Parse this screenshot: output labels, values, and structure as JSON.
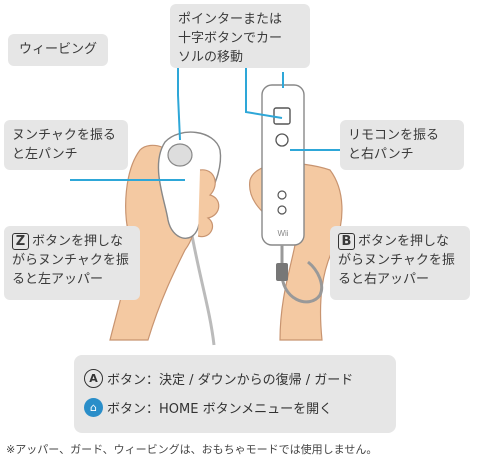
{
  "callouts": {
    "wiimote_pointer": "ポインターまたは\n十字ボタンでカー\nソルの移動",
    "wiggling": "ウィービング",
    "nunchuk_swing": "ヌンチャクを振る\nと左パンチ",
    "remote_swing": "リモコンを振る\nと右パンチ",
    "z_key": "Z",
    "z_text": "ボタンを押しな\nがらヌンチャクを振\nると左アッパー",
    "b_key": "B",
    "b_text": "ボタンを押しな\nがらヌンチャクを振\nると右アッパー"
  },
  "legend": {
    "a_key": "A",
    "a_text": "ボタン：決定 / ダウンからの復帰 / ガード",
    "home_text": "ボタン：HOME ボタンメニューを開く"
  },
  "footnote": "※アッパー、ガード、ウィービングは、おもちゃモードでは使用しません。",
  "device_label": "Wii",
  "colors": {
    "callout_bg": "#e6e6e6",
    "leader_line": "#2ea7d8",
    "skin": "#f4c9a2",
    "home_blue": "#2a8ec9"
  }
}
